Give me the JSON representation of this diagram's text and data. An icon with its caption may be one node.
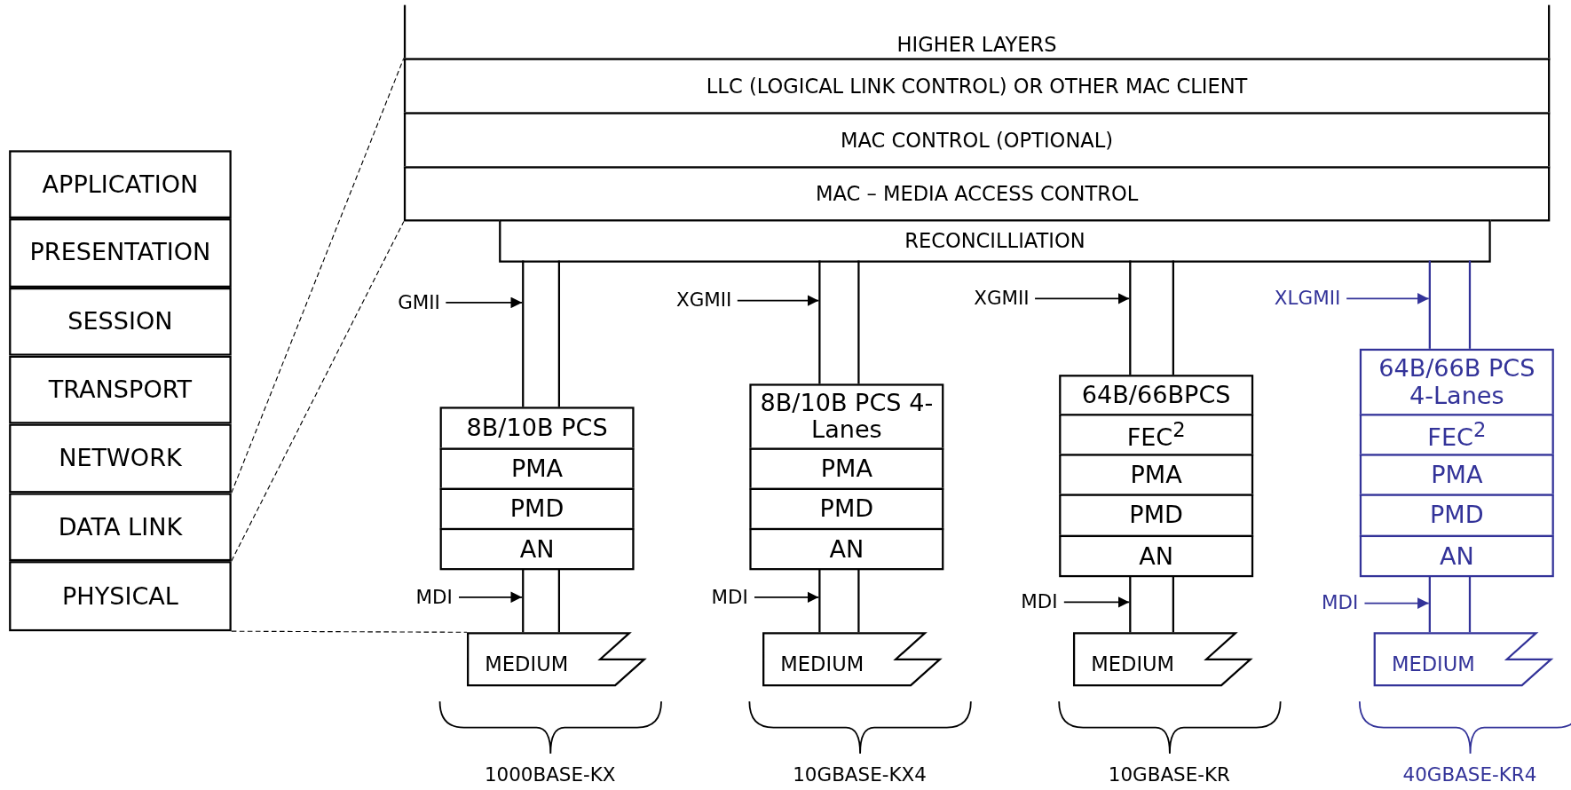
{
  "diagram": {
    "nodes": [
      {
        "text": [
          "APPLICATION"
        ]
      },
      {
        "text": [
          "PRESENTATION"
        ]
      },
      {
        "text": [
          "SESSION"
        ]
      },
      {
        "text": [
          "TRANSPORT"
        ]
      },
      {
        "text": [
          "NETWORK"
        ]
      },
      {
        "text": [
          "DATA LINK"
        ]
      },
      {
        "text": [
          "PHYSICAL"
        ]
      },
      {
        "text": [
          "HIGHER LAYERS"
        ]
      },
      {
        "text": [
          "LLC (LOGICAL LINK CONTROL) OR OTHER MAC CLIENT"
        ]
      },
      {
        "text": [
          "MAC CONTROL (OPTIONAL)"
        ]
      },
      {
        "text": [
          "MAC – MEDIA ACCESS CONTROL"
        ]
      },
      {
        "text": [
          "RECONCILLIATION"
        ]
      },
      {
        "text": [
          "GMII"
        ]
      },
      {
        "text": [],
        "shape": "bar"
      },
      {
        "text": [
          "8B/10B PCS"
        ]
      },
      {
        "text": [
          "PMA"
        ]
      },
      {
        "text": [
          "PMD"
        ]
      },
      {
        "text": [
          "AN"
        ]
      },
      {
        "text": [
          "MDI"
        ]
      },
      {
        "text": [],
        "shape": "bar"
      },
      {
        "text": [
          "MEDIUM"
        ]
      },
      {
        "text": [
          "XGMII"
        ]
      },
      {
        "text": [],
        "shape": "bar"
      },
      {
        "text": [
          "8B/10B PCS 4-Lanes"
        ]
      },
      {
        "text": [
          "PMA"
        ]
      },
      {
        "text": [
          "PMD"
        ]
      },
      {
        "text": [
          "AN"
        ]
      },
      {
        "text": [
          "MDI"
        ]
      },
      {
        "text": [],
        "shape": "bar"
      },
      {
        "text": [
          "MEDIUM"
        ]
      },
      {
        "text": [
          "XGMII"
        ]
      },
      {
        "text": [],
        "shape": "bar"
      },
      {
        "text": [
          "64B/66BPCS"
        ]
      },
      {
        "text": [
          "FEC$^{2}$"
        ]
      },
      {
        "text": [
          "PMA"
        ]
      },
      {
        "text": [
          "PMD"
        ]
      },
      {
        "text": [
          "AN"
        ]
      },
      {
        "text": [
          "MDI"
        ]
      },
      {
        "text": [],
        "shape": "bar"
      },
      {
        "text": [
          "MEDIUM"
        ]
      },
      {
        "text": [
          "XLGMII"
        ]
      },
      {
        "text": [],
        "shape": "bar"
      },
      {
        "text": [
          "64B/66B PCS 4-Lanes"
        ]
      },
      {
        "text": [
          "FEC$^{2}$"
        ]
      },
      {
        "text": [
          "PMA"
        ]
      },
      {
        "text": [
          "PMD"
        ]
      },
      {
        "text": [
          "AN"
        ]
      },
      {
        "text": [
          "MDI"
        ]
      },
      {
        "text": [],
        "shape": "bar"
      },
      {
        "text": [
          "MEDIUM"
        ]
      }
    ],
    "edges": [
      {
        "from": 5,
        "to": 8,
        "arrow": "none",
        "style": "dashed"
      },
      {
        "from": 5,
        "to": 10,
        "arrow": "none",
        "style": "dashed"
      },
      {
        "from": 6,
        "to": 20,
        "arrow": "none",
        "style": "dashed"
      },
      {
        "from": 12,
        "to": 13,
        "arrow": "to"
      },
      {
        "from": 18,
        "to": 19,
        "arrow": "to"
      },
      {
        "from": 21,
        "to": 22,
        "arrow": "to"
      },
      {
        "from": 27,
        "to": 28,
        "arrow": "to"
      },
      {
        "from": 30,
        "to": 31,
        "arrow": "to"
      },
      {
        "from": 37,
        "to": 38,
        "arrow": "to"
      },
      {
        "from": 40,
        "to": 41,
        "arrow": "to",
        "color": "#333399"
      },
      {
        "from": 47,
        "to": 48,
        "arrow": "to",
        "color": "#333399"
      }
    ],
    "labels": [
      "1000BASE-KX",
      "10GBASE-KX4",
      "10GBASE-KR",
      "40GBASE-KR4"
    ]
  }
}
